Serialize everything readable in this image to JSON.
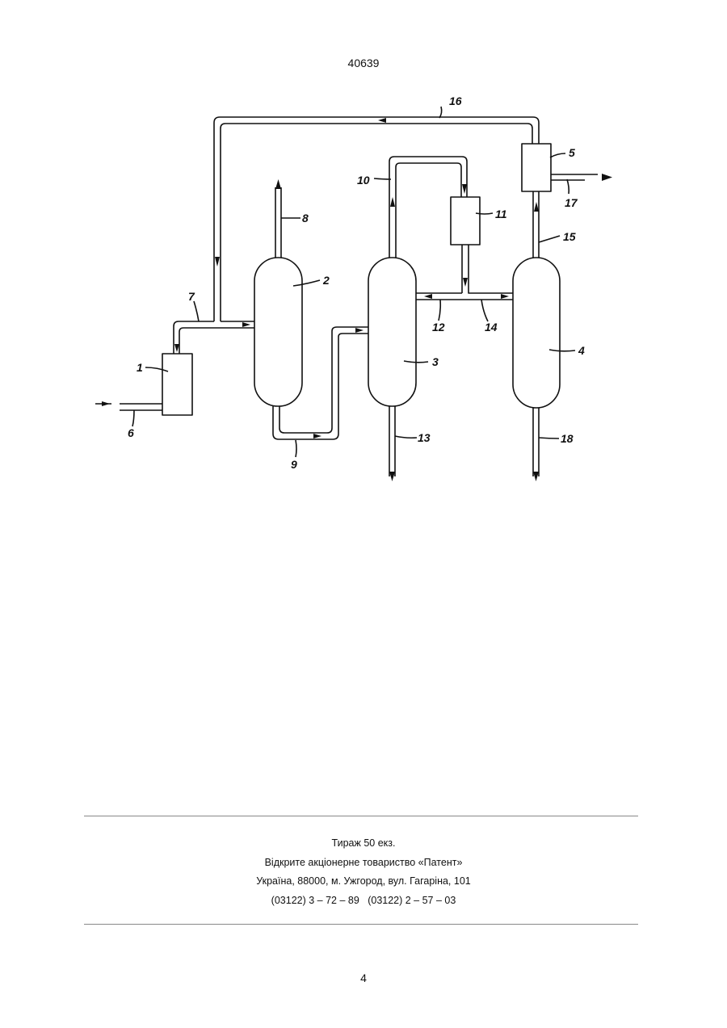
{
  "header": {
    "doc_number": "40639"
  },
  "diagram": {
    "labels": {
      "l1": "1",
      "l2": "2",
      "l3": "3",
      "l4": "4",
      "l5": "5",
      "l6": "6",
      "l7": "7",
      "l8": "8",
      "l9": "9",
      "l10": "10",
      "l11": "11",
      "l12": "12",
      "l13": "13",
      "l14": "14",
      "l15": "15",
      "l16": "16",
      "l17": "17",
      "l18": "18"
    }
  },
  "footer": {
    "line1": "Тираж 50 екз.",
    "line2": "Відкрите акціонерне товариство «Патент»",
    "line3": "Україна, 88000, м. Ужгород, вул. Гагаріна, 101",
    "line4": "(03122) 3 – 72 – 89   (03122) 2 – 57 – 03"
  },
  "page": {
    "number": "4"
  }
}
